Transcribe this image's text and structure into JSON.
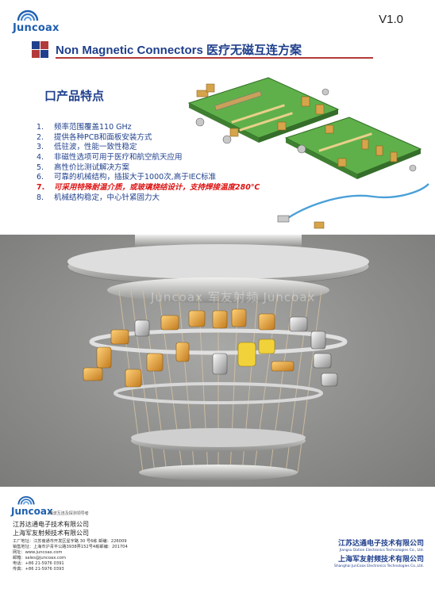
{
  "header": {
    "logo_text": "Juncoax",
    "version": "V1.0",
    "title": "Non Magnetic Connectors 医疗无磁互连方案",
    "accent_color": "#1f3f8c",
    "line_color": "#b33a3a"
  },
  "section": {
    "heading": "口产品特点"
  },
  "features": [
    {
      "num": "1.",
      "text": "频率范围覆盖110 GHz",
      "highlight": false
    },
    {
      "num": "2.",
      "text": "提供各种PCB和面板安装方式",
      "highlight": false
    },
    {
      "num": "3.",
      "text": "低驻波，性能一致性稳定",
      "highlight": false
    },
    {
      "num": "4.",
      "text": "非磁性选项可用于医疗和航空航天应用",
      "highlight": false
    },
    {
      "num": "5.",
      "text": "高性价比测试解决方案",
      "highlight": false
    },
    {
      "num": "6.",
      "text": "可靠的机械结构，插拔大于1000次,高于IEC标准",
      "highlight": false
    },
    {
      "num": "7.",
      "text": "可采用特殊耐温介质，或玻璃烧结设计，支持焊接温度280℃",
      "highlight": true
    },
    {
      "num": "8.",
      "text": "机械结构稳定，中心针紧固力大",
      "highlight": false
    }
  ],
  "watermark": "Juncoax 军友射频 Juncoax",
  "footer": {
    "logo_text": "Juncoax",
    "slogan": "-微波互连及探测领导者",
    "company_1": "江苏达通电子技术有限公司",
    "company_2": "上海军友射频技术有限公司",
    "contact": [
      "工厂地址：江苏南通市开发区星宇路 30 号6栋 邮编：226009",
      "销售地址：上海市沪青平公路3938弄152号4栋邮编：201704",
      "网址：www.juncoax.com",
      "邮箱：sales@juncoax.com",
      "电话：+86 21-5976 0391",
      "传真：+86 21-5976 0393"
    ],
    "right_1_cn": "江苏达通电子技术有限公司",
    "right_1_en": "Jiangsu Dotion Electronics Technologies Co., Ltd.",
    "right_2_cn": "上海军友射频技术有限公司",
    "right_2_en": "Shanghai JunCoax Electronics Technologies Co.,Ltd."
  }
}
